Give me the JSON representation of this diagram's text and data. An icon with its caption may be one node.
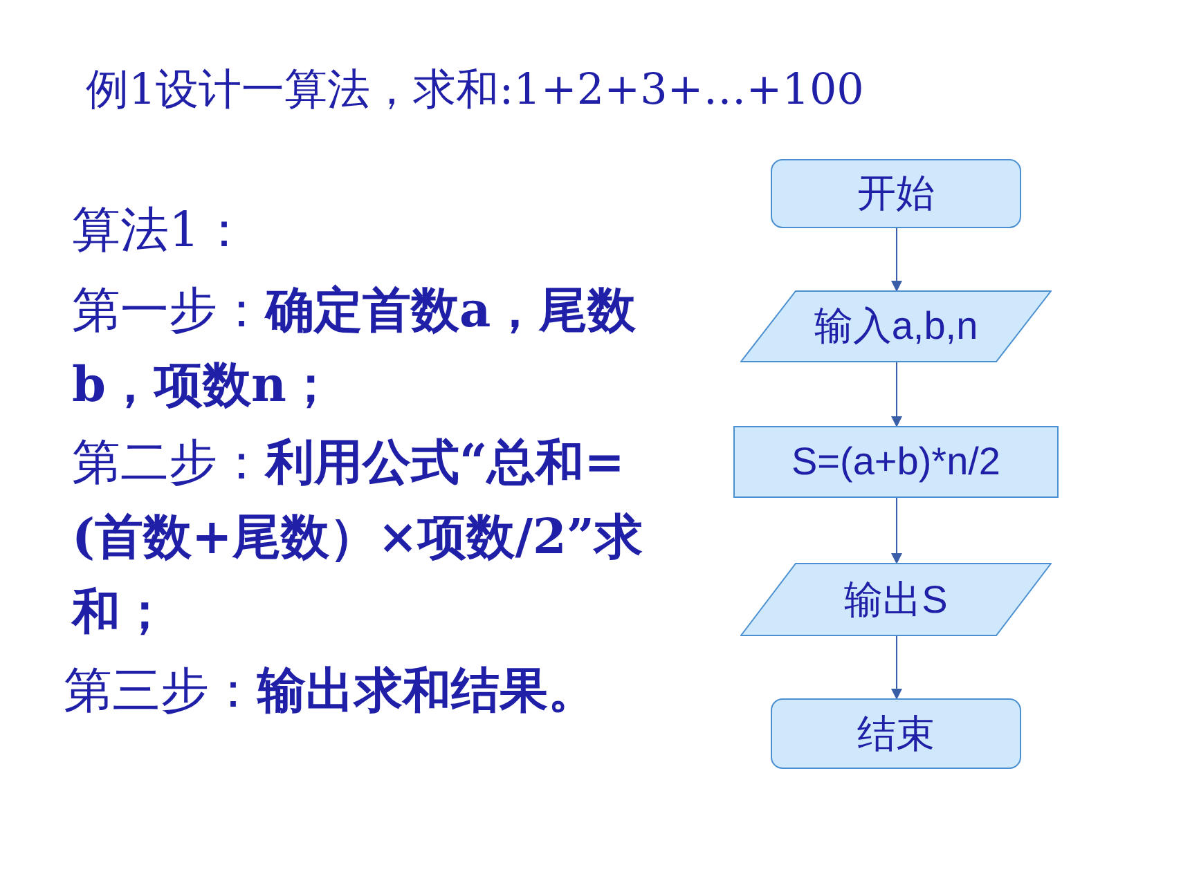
{
  "diagram": {
    "title": "例1设计一算法，求和:1+2+3+…+100",
    "nodes": [
      {
        "text": [
          "开始"
        ]
      },
      {
        "text": [
          "输入a,b,n"
        ]
      },
      {
        "text": [
          "S=(a+b)*n/2"
        ]
      },
      {
        "text": [
          "输出S"
        ]
      },
      {
        "text": [
          "结束"
        ]
      }
    ],
    "edges": [
      {
        "from": 0,
        "to": 1,
        "arrow": "to"
      },
      {
        "from": 1,
        "to": 2,
        "arrow": "to"
      },
      {
        "from": 2,
        "to": 3,
        "arrow": "to"
      },
      {
        "from": 3,
        "to": 4,
        "arrow": "to"
      }
    ],
    "labels": [
      "算法1：",
      "第一步：**确定首数a，尾数b，项数n；**",
      "第二步：**利用公式“总和=(首数+尾数）×项数/2”求和；**",
      "第三步：**输出求和结果。**"
    ]
  }
}
